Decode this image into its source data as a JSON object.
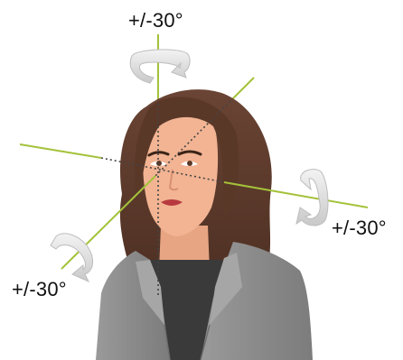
{
  "labels": {
    "yaw": "+/-30°",
    "roll": "+/-30°",
    "pitch": "+/-30°"
  },
  "colors": {
    "axis": "#a4c23a",
    "hair": "#5b3a2a",
    "skin": "#f2b493",
    "jacket": "#8e8e8e",
    "shirt": "#3a3a3a",
    "arrow": "#e7e7e7"
  },
  "icons": {
    "rotation_top": "rotate-horizontal-arrow-icon",
    "rotation_right": "rotate-vertical-arrow-icon",
    "rotation_left": "rotate-roll-arrow-icon"
  }
}
